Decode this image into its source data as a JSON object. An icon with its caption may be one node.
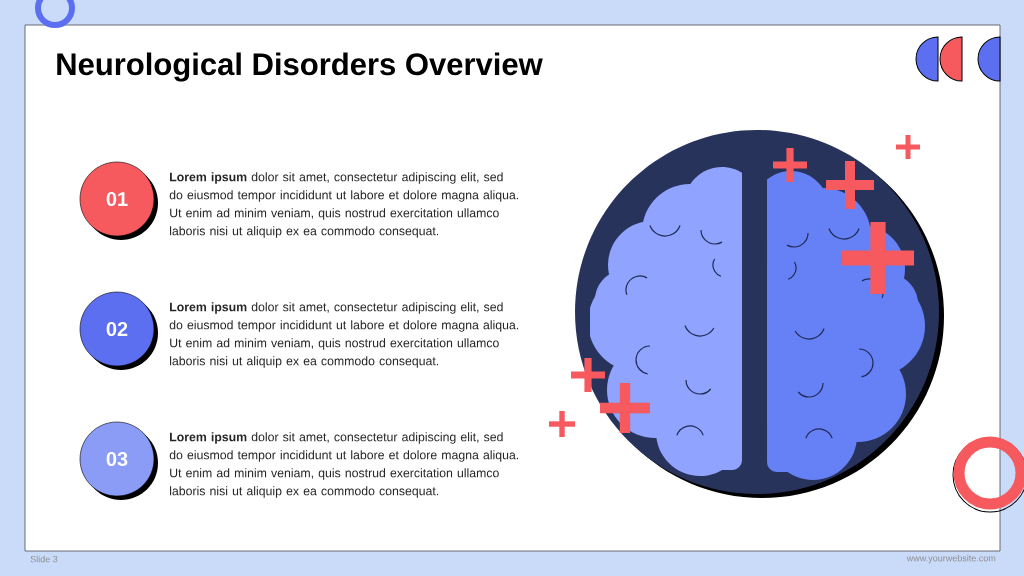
{
  "diagram": {
    "title": "Neurological Disorders Overview",
    "nodes": [
      {
        "text": [
          "01"
        ],
        "beside": [
          "**Lorem ipsum** dolor sit amet, consectetur adipiscing elit, sed do eiusmod tempor incididunt ut labore et dolore magna aliqua. Ut enim ad minim veniam, quis nostrud exercitation ullamco laboris nisi ut aliquip ex ea commodo consequat."
        ]
      },
      {
        "text": [
          "02"
        ],
        "beside": [
          "**Lorem ipsum** dolor sit amet, consectetur adipiscing elit, sed do eiusmod tempor incididunt ut labore et dolore magna aliqua. Ut enim ad minim veniam, quis nostrud exercitation ullamco laboris nisi ut aliquip ex ea commodo consequat."
        ]
      },
      {
        "text": [
          "03"
        ],
        "beside": [
          "**Lorem ipsum** dolor sit amet, consectetur adipiscing elit, sed do eiusmod tempor incididunt ut labore et dolore magna aliqua. Ut enim ad minim veniam, quis nostrud exercitation ullamco laboris nisi ut aliquip ex ea commodo consequat."
        ]
      }
    ],
    "labels": [
      "Slide 3",
      "www.yourwebsite.com"
    ]
  }
}
